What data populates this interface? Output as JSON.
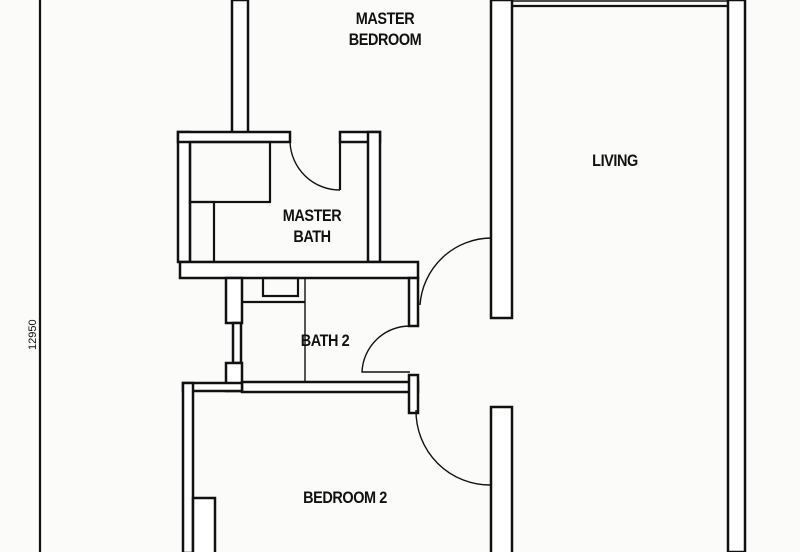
{
  "plan": {
    "rooms": {
      "master_bedroom": "MASTER\nBEDROOM",
      "living": "LIVING",
      "master_bath": "MASTER\nBATH",
      "bath2": "BATH 2",
      "bedroom2": "BEDROOM 2"
    },
    "dimension": "12950"
  }
}
